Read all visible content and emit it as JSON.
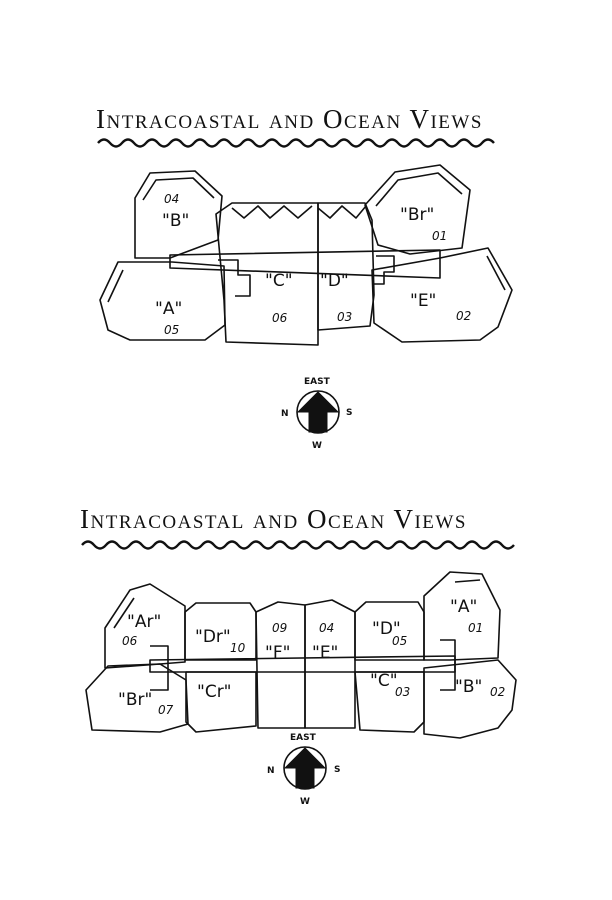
{
  "views": [
    {
      "title": "Intracoastal and Ocean Views",
      "units": [
        {
          "label": "\"B\"",
          "number": "04"
        },
        {
          "label": "\"A\"",
          "number": "05"
        },
        {
          "label": "\"C\"",
          "number": "06"
        },
        {
          "label": "\"D\"",
          "number": "03"
        },
        {
          "label": "\"Br\"",
          "number": "01"
        },
        {
          "label": "\"E\"",
          "number": "02"
        }
      ],
      "compass": {
        "top": "EAST",
        "left": "N",
        "right": "S",
        "bottom": "W"
      }
    },
    {
      "title": "Intracoastal and Ocean Views",
      "units": [
        {
          "label": "\"Ar\"",
          "number": "06"
        },
        {
          "label": "\"Br\"",
          "number": "07"
        },
        {
          "label": "\"Dr\"",
          "number": "10"
        },
        {
          "label": "\"Cr\"",
          "number": ""
        },
        {
          "label": "\"F\"",
          "number": "09"
        },
        {
          "label": "\"E\"",
          "number": "04"
        },
        {
          "label": "\"D\"",
          "number": "05"
        },
        {
          "label": "\"C\"",
          "number": "03"
        },
        {
          "label": "\"A\"",
          "number": "01"
        },
        {
          "label": "\"B\"",
          "number": "02"
        }
      ],
      "compass": {
        "top": "EAST",
        "left": "N",
        "right": "S",
        "bottom": "W"
      }
    }
  ]
}
